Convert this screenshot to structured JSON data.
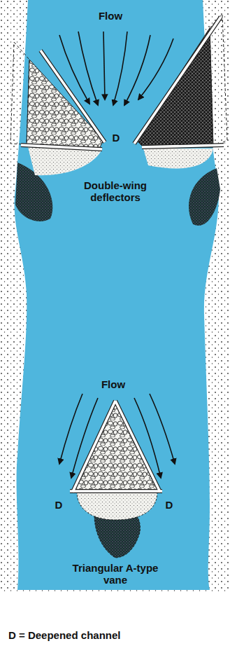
{
  "diagram": {
    "labels": [
      "Flow",
      "D",
      "Double-wing deflectors",
      "Flow",
      "D",
      "D",
      "Triangular A-type vane",
      "D = Deepened channel"
    ]
  }
}
